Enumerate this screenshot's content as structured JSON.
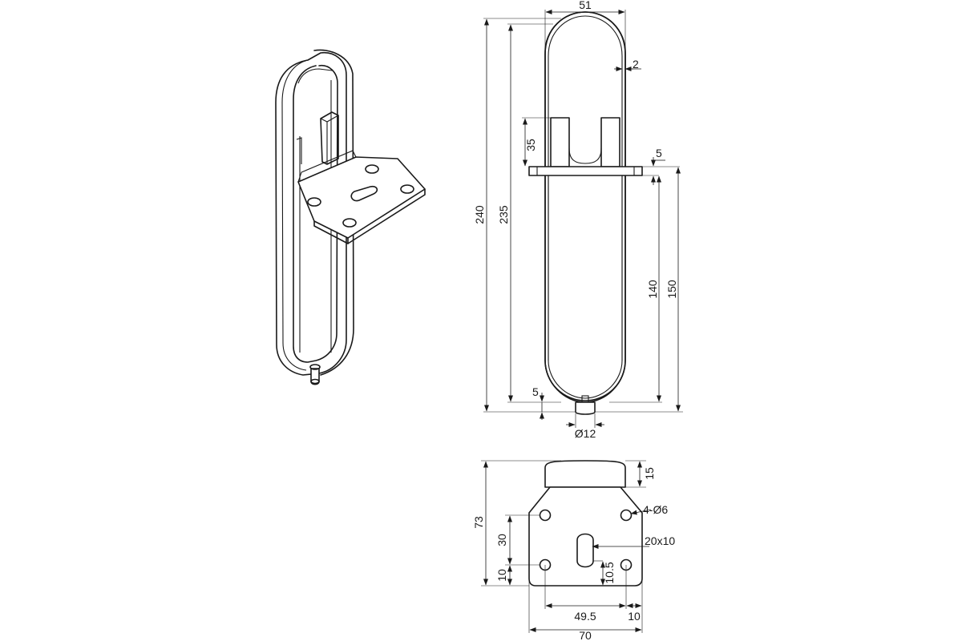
{
  "dimensions": {
    "top_width": "51",
    "wall_thickness": "2",
    "slot_height": "35",
    "plate_thickness": "5",
    "overall_height": "240",
    "inner_height": "235",
    "below_plate_inner": "140",
    "below_plate_overall": "150",
    "bottom_offset": "5",
    "pin_diameter": "Ø12",
    "plate_width": "70",
    "plate_depth": "73",
    "cap_height": "15",
    "hole_callout": "4-Ø6",
    "slot_size": "20x10",
    "hole_spacing_vertical": "30",
    "hole_edge_vertical": "10",
    "slot_offset": "10.5",
    "hole_spacing_horizontal": "49.5",
    "hole_edge_horizontal": "10"
  }
}
